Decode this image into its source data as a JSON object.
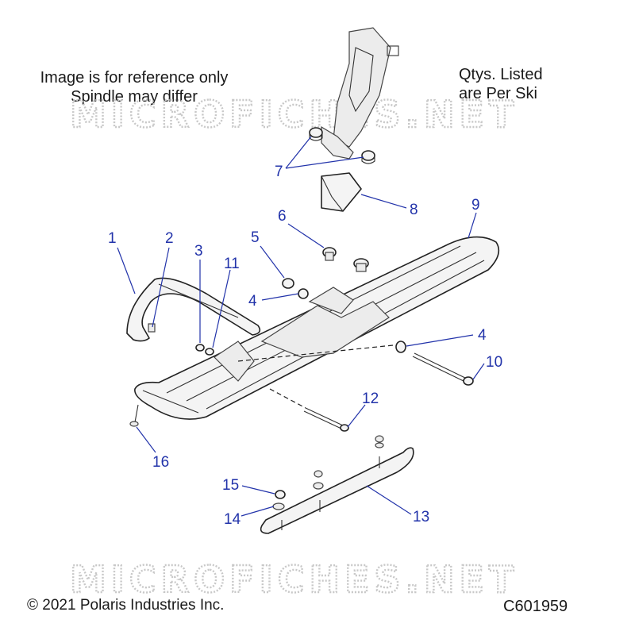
{
  "notes": {
    "left_line1": "Image is for reference only",
    "left_line2": "Spindle may differ",
    "right_line1": "Qtys. Listed",
    "right_line2": "are Per Ski"
  },
  "watermark": "MICROFICHES.NET",
  "footer": {
    "copyright": "© 2021 Polaris Industries Inc.",
    "code": "C601959"
  },
  "callouts": {
    "c1": "1",
    "c2": "2",
    "c3": "3",
    "c4a": "4",
    "c4b": "4",
    "c5": "5",
    "c6": "6",
    "c7": "7",
    "c8": "8",
    "c9": "9",
    "c10": "10",
    "c11": "11",
    "c12": "12",
    "c13": "13",
    "c14": "14",
    "c15": "15",
    "c16": "16"
  },
  "colors": {
    "callout": "#2233aa",
    "line": "#222222",
    "watermark": "#c8c8c8"
  }
}
